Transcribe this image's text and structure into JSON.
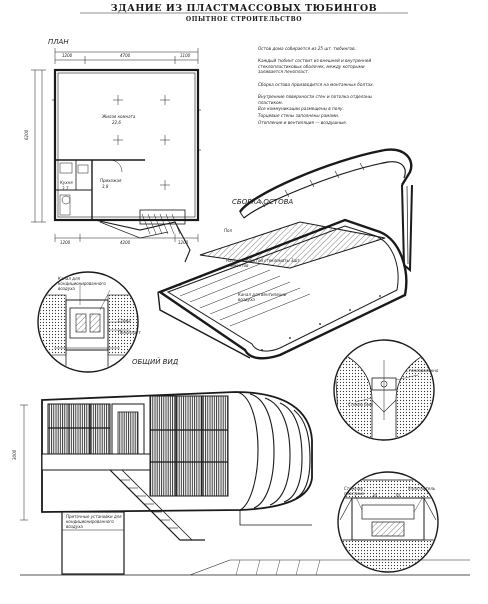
{
  "header": {
    "title": "ЗДАНИЕ ИЗ ПЛАСТМАССОВЫХ ТЮБИНГОВ",
    "subtitle": "ОПЫТНОЕ СТРОИТЕЛЬСТВО"
  },
  "views": {
    "plan": "ПЛАН",
    "assembly": "СБОРКА ОСТОВА",
    "general": "ОБЩИЙ ВИД"
  },
  "plan": {
    "dims_top": [
      "1200",
      "4700",
      "1100"
    ],
    "dims_bottom": [
      "1200",
      "4200",
      "1200"
    ],
    "dim_left": "6200",
    "rooms": [
      {
        "name": "Жилая комната",
        "area": "22,6"
      },
      {
        "name": "Прихожая",
        "area": "3,8"
      },
      {
        "name": "Кухня",
        "area": "3,7"
      }
    ]
  },
  "description": [
    "Остов дома собирается из 25 шт. тюбингов.",
    "Каждый тюбинг состоит из внешней и внутренней стеклопластиковых оболочек, между которыми заливается пенопласт.",
    "Сборка остова производится на монтажных болтах.",
    "Внутренние поверхности стен и потолка отделаны пластиком.",
    "Все коммуникации размещены в полу.",
    "Торцевые стены заполнены рамами.",
    "Отопление и вентиляция — воздушные."
  ],
  "callouts": {
    "floor": "Пол",
    "panel_stamp": "Наст из пористой стекломаты 3шт. элементов",
    "shell_tip": "Канал для вентиляции воздуха",
    "wall": "Стена",
    "foam": "Пенопласт",
    "duct": "Канал для кондиционированного воздуха",
    "profile": "Стекловолокно",
    "glass": "Стекло 6мм",
    "bolt_plate": "Стяжная пластина",
    "filler": "Уплотнитель",
    "ac_units": "Приточные установки для кондиционированного воздуха"
  },
  "dims": {
    "elev_height": "3000",
    "detail_a": "30",
    "detail_b": "70"
  }
}
